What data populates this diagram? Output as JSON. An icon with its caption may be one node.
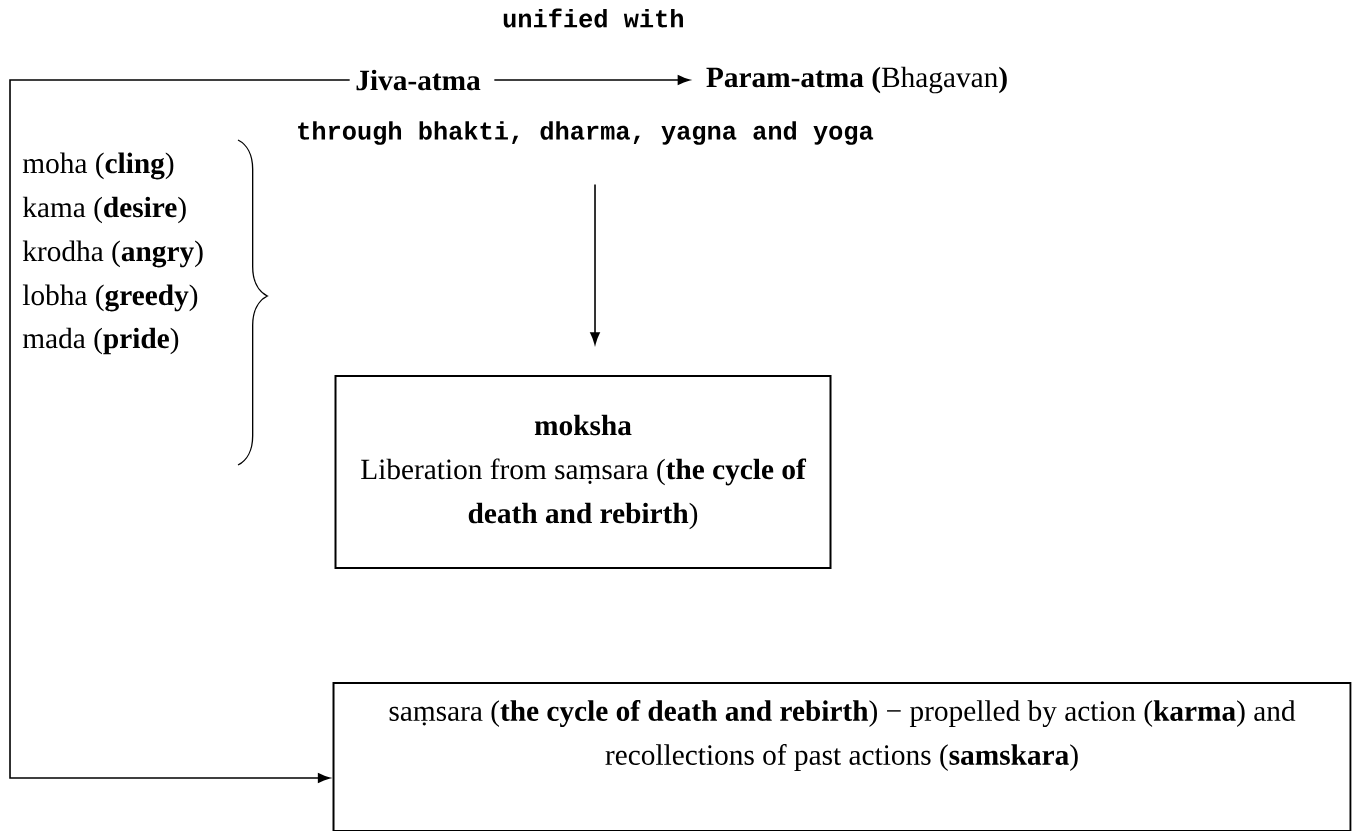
{
  "diagram": {
    "nodes": [
      {
        "text": [
          "Jiva-atma"
        ]
      },
      {
        "text": [
          "**Param-atma (**Bhagavan**)**"
        ]
      },
      {
        "text": [
          "moksha",
          "Liberation from saṃsara (**the cycle of death and rebirth**)"
        ]
      },
      {
        "text": [
          "saṃsara (**the cycle of death and rebirth**) − propelled by action (**karma**) and recollections of past actions (**samskara**)"
        ]
      },
      {
        "text": [
          "through bhakti, dharma, yagna and yoga"
        ]
      }
    ],
    "edges": [
      {
        "from": 0,
        "to": 1,
        "arrow": "to",
        "label": "unified with"
      },
      {
        "from": 4,
        "to": 2,
        "arrow": "to"
      },
      {
        "from": 0,
        "to": 3,
        "arrow": "to"
      }
    ],
    "labels": [
      "moha (**cling**)",
      "kama (**desire**)",
      "krodha (**angry**)",
      "lobha (**greedy**)",
      "mada (**pride**)"
    ]
  }
}
